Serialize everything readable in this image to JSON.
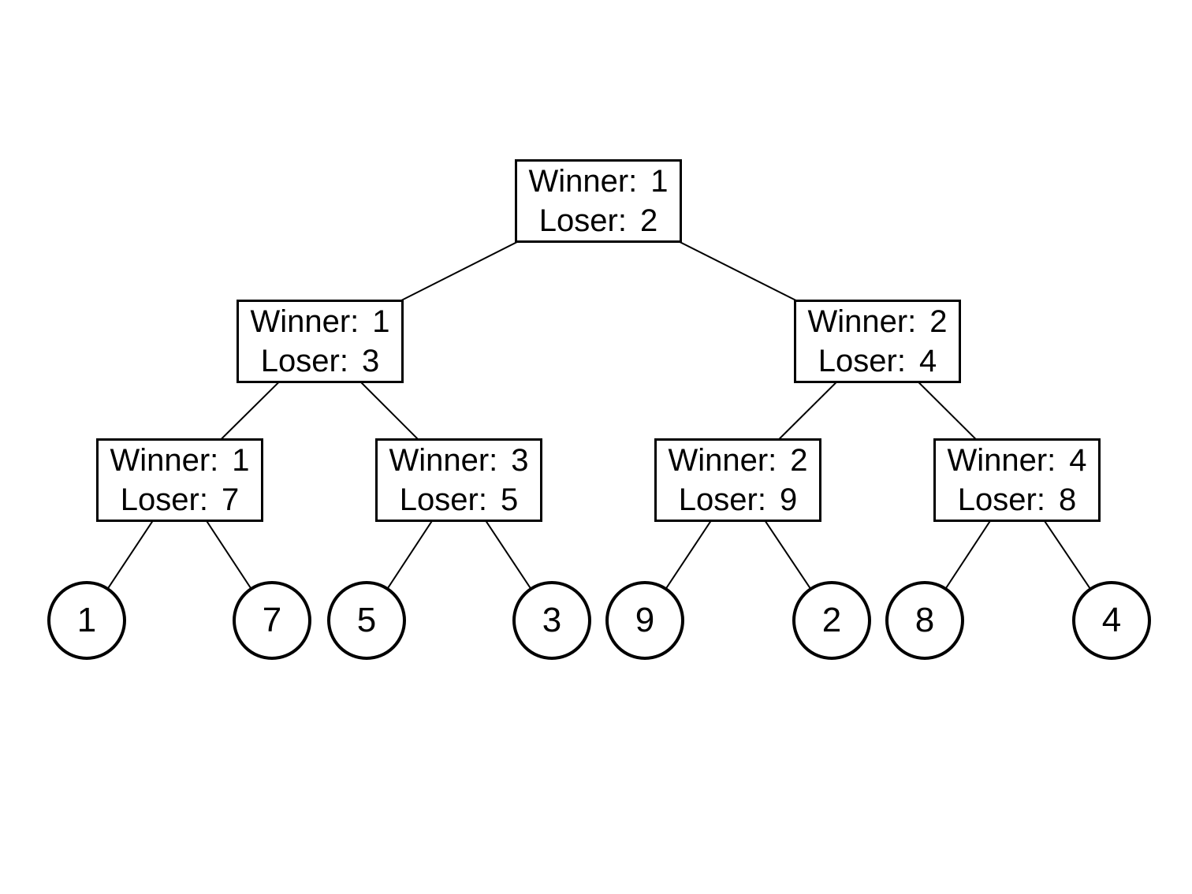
{
  "diagram_title": "tournament-bracket-tree",
  "labels": {
    "winner": "Winner:",
    "loser": "Loser:"
  },
  "matches": [
    {
      "round": "final",
      "winner": "1",
      "loser": "2"
    },
    {
      "round": "semi-left",
      "winner": "1",
      "loser": "3"
    },
    {
      "round": "semi-right",
      "winner": "2",
      "loser": "4"
    },
    {
      "round": "quarter-1",
      "winner": "1",
      "loser": "7"
    },
    {
      "round": "quarter-2",
      "winner": "3",
      "loser": "5"
    },
    {
      "round": "quarter-3",
      "winner": "2",
      "loser": "9"
    },
    {
      "round": "quarter-4",
      "winner": "4",
      "loser": "8"
    }
  ],
  "leaves": [
    "1",
    "7",
    "5",
    "3",
    "9",
    "2",
    "8",
    "4"
  ],
  "edges": [
    [
      "m0",
      "m1"
    ],
    [
      "m0",
      "m2"
    ],
    [
      "m1",
      "m3"
    ],
    [
      "m1",
      "m4"
    ],
    [
      "m2",
      "m5"
    ],
    [
      "m2",
      "m6"
    ],
    [
      "m3",
      "c0"
    ],
    [
      "m3",
      "c1"
    ],
    [
      "m4",
      "c2"
    ],
    [
      "m4",
      "c3"
    ],
    [
      "m5",
      "c4"
    ],
    [
      "m5",
      "c5"
    ],
    [
      "m6",
      "c6"
    ],
    [
      "m6",
      "c7"
    ]
  ],
  "colors": {
    "stroke": "#000000",
    "background": "#ffffff"
  },
  "edge_stroke_width": 2
}
